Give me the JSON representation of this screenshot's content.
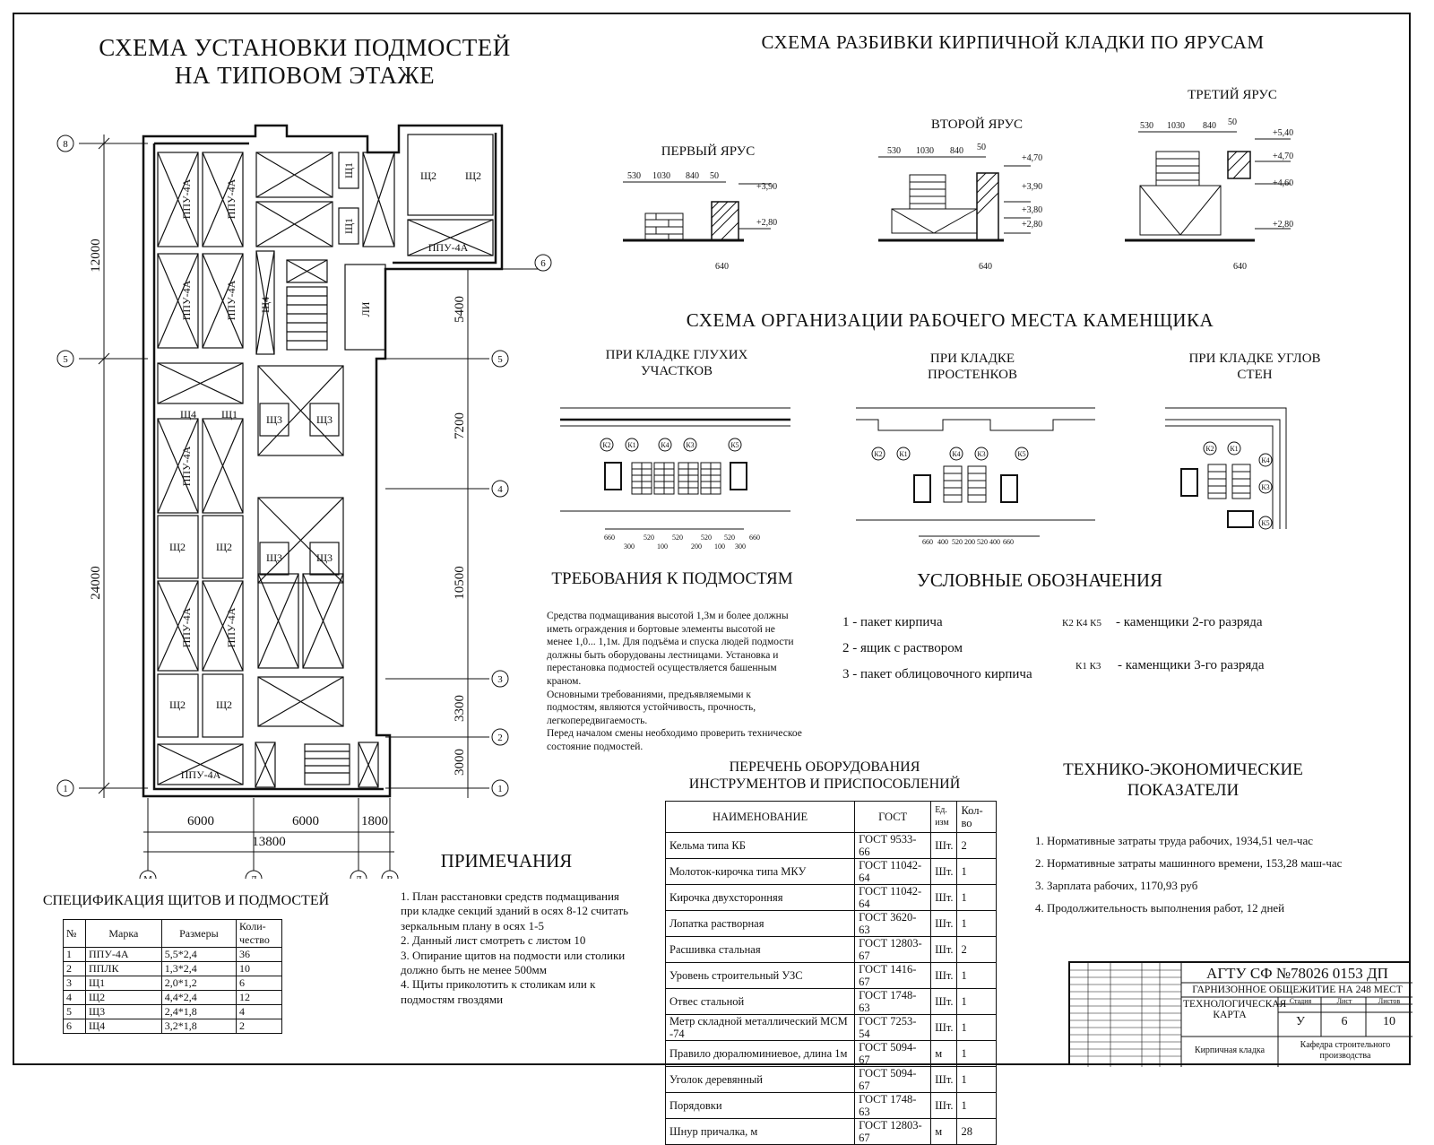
{
  "titles": {
    "main_left": "СХЕМА УСТАНОВКИ ПОДМОСТЕЙ\nНА ТИПОВОМ ЭТАЖЕ",
    "tiers": "СХЕМА РАЗБИВКИ КИРПИЧНОЙ КЛАДКИ ПО ЯРУСАМ",
    "workplace": "СХЕМА ОРГАНИЗАЦИИ РАБОЧЕГО МЕСТА КАМЕНЩИКА",
    "requirements": "ТРЕБОВАНИЯ К ПОДМОСТЯМ",
    "legend": "УСЛОВНЫЕ ОБОЗНАЧЕНИЯ",
    "notes": "ПРИМЕЧАНИЯ",
    "equipment": "ПЕРЕЧЕНЬ ОБОРУДОВАНИЯ\nИНСТРУМЕНТОВ И ПРИСПОСОБЛЕНИЙ",
    "spec": "СПЕЦИФИКАЦИЯ ЩИТОВ И ПОДМОСТЕЙ",
    "tep": "ТЕХНИКО-ЭКОНОМИЧЕСКИЕ\nПОКАЗАТЕЛИ"
  },
  "tiers": {
    "first": "ПЕРВЫЙ ЯРУС",
    "second": "ВТОРОЙ ЯРУС",
    "third": "ТРЕТИЙ ЯРУС"
  },
  "workplace_cases": {
    "blind": "ПРИ КЛАДКЕ ГЛУХИХ\nУЧАСТКОВ",
    "piers": "ПРИ КЛАДКЕ\nПРОСТЕНКОВ",
    "corners": "ПРИ КЛАДКЕ УГЛОВ\nСТЕН"
  },
  "requirements_text": "Средства подмащивания высотой 1,3м и более должны иметь ограждения и бортовые элементы высотой не менее 1,0... 1,1м. Для подъёма и спуска людей подмости должны быть оборудованы лестницами. Установка и перестановка подмостей осуществляется башенным краном.\nОсновными требованиями, предъявляемыми к подмостям, являются устойчивость, прочность, легкопередвигаемость.\nПеред началом смены необходимо проверить техническое состояние подмостей.",
  "legend": {
    "item1": "1  -  пакет кирпича",
    "item2": "2  -  ящик с раствором",
    "item3": "3  -  пакет облицовочного кирпича",
    "grade2_marks": "К2 К4 К5",
    "grade2": "-  каменщики 2-го разряда",
    "grade3_marks": "К1 К3",
    "grade3": "-  каменщики 3-го разряда"
  },
  "notes": [
    "1. План расстановки средств подмащивания при кладке секций зданий в осях 8-12 считать зеркальным плану в осях 1-5",
    "2. Данный лист смотреть с листом 10",
    "3. Опирание щитов на подмости или столики должно быть не менее 500мм",
    "4. Щиты приколотить к столикам или к подмостям гвоздями"
  ],
  "spec": {
    "headers": [
      "№",
      "Марка",
      "Размеры",
      "Коли-\nчество"
    ],
    "rows": [
      [
        "1",
        "ППУ-4А",
        "5,5*2,4",
        "36"
      ],
      [
        "2",
        "ППЛК",
        "1,3*2,4",
        "10"
      ],
      [
        "3",
        "Щ1",
        "2,0*1,2",
        "6"
      ],
      [
        "4",
        "Щ2",
        "4,4*2,4",
        "12"
      ],
      [
        "5",
        "Щ3",
        "2,4*1,8",
        "4"
      ],
      [
        "6",
        "Щ4",
        "3,2*1,8",
        "2"
      ]
    ]
  },
  "equipment": {
    "headers": [
      "НАИМЕНОВАНИЕ",
      "ГОСТ",
      "Ед.\nизм",
      "Кол-во"
    ],
    "rows": [
      [
        "Кельма типа КБ",
        "ГОСТ 9533-66",
        "Шт.",
        "2"
      ],
      [
        "Молоток-кирочка типа МКУ",
        "ГОСТ 11042-64",
        "Шт.",
        "1"
      ],
      [
        "Кирочка двухсторонняя",
        "ГОСТ 11042-64",
        "Шт.",
        "1"
      ],
      [
        "Лопатка растворная",
        "ГОСТ 3620-63",
        "Шт.",
        "1"
      ],
      [
        "Расшивка стальная",
        "ГОСТ 12803-67",
        "Шт.",
        "2"
      ],
      [
        "Уровень строительный УЗС",
        "ГОСТ 1416-67",
        "Шт.",
        "1"
      ],
      [
        "Отвес стальной",
        "ГОСТ 1748-63",
        "Шт.",
        "1"
      ],
      [
        "Метр складной металлический МСМ -74",
        "ГОСТ 7253-54",
        "Шт.",
        "1"
      ],
      [
        "Правило дюралюминиевое, длина 1м",
        "ГОСТ 5094-67",
        "м",
        "1"
      ],
      [
        "Уголок деревянный",
        "ГОСТ 5094-67",
        "Шт.",
        "1"
      ],
      [
        "Порядовки",
        "ГОСТ 1748-63",
        "Шт.",
        "1"
      ],
      [
        "Шнур причалка, м",
        "ГОСТ 12803-67",
        "м",
        "28"
      ]
    ]
  },
  "tep": [
    "1. Нормативные затраты труда рабочих, 1934,51 чел-час",
    "2. Нормативные затраты машинного времени, 153,28 маш-час",
    "3. Зарплата рабочих, 1170,93 руб",
    "4. Продолжительность выполнения работ, 12 дней"
  ],
  "stamp": {
    "code": "АГТУ СФ №78026   0153  ДП",
    "project": "ГАРНИЗОННОЕ ОБЩЕЖИТИЕ НА 248 МЕСТ",
    "sheet_title": "ТЕХНОЛОГИЧЕСКАЯ\nКАРТА",
    "stage_label": "Стадия",
    "sheet_label": "Лист",
    "sheets_label": "Листов",
    "stage": "У",
    "sheet": "6",
    "sheets": "10",
    "work": "Кирпичная кладка",
    "dept": "Кафедра строительного\nпроизводства"
  },
  "plan": {
    "dim_left_top": "12000",
    "dim_left_bottom": "24000",
    "dim_right": [
      "5400",
      "7200",
      "10500",
      "3300",
      "3000"
    ],
    "dim_bottom": [
      "6000",
      "6000",
      "1800"
    ],
    "dim_total": "13800",
    "axes_left": [
      "8",
      "5",
      "1"
    ],
    "axes_right": [
      "6",
      "5",
      "4",
      "3",
      "2",
      "1"
    ],
    "axes_bottom": [
      "М",
      "Л",
      "Д",
      "В"
    ],
    "labels": {
      "ppu": "ППУ-4А",
      "sh1": "Щ1",
      "sh2": "Щ2",
      "sh3": "Щ3",
      "sh4": "Щ4",
      "li": "ЛИ"
    }
  },
  "tier_marks": {
    "first": [
      "+3,90",
      "+2,80"
    ],
    "second": [
      "+4,70",
      "+3,90",
      "+3,80",
      "+2,80"
    ],
    "third": [
      "+5,40",
      "+4,70",
      "+4,60",
      "+2,80"
    ],
    "dims": [
      "530",
      "1030",
      "840",
      "50",
      "640"
    ]
  },
  "workplace_marks": [
    "К2",
    "К1",
    "К4",
    "К3",
    "К5"
  ]
}
